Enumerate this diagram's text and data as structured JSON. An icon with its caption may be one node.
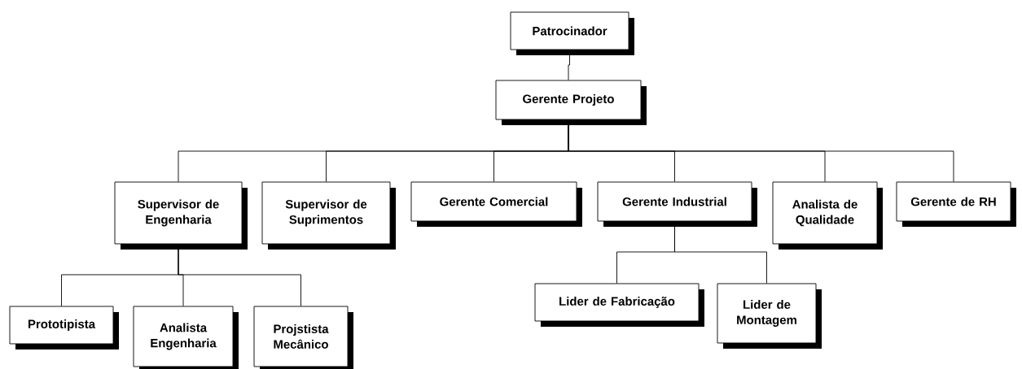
{
  "diagram": {
    "nodes": [
      {
        "text": [
          "Patrocinador"
        ]
      },
      {
        "text": [
          "Gerente Projeto"
        ]
      },
      {
        "text": [
          "Supervisor de Engenharia"
        ]
      },
      {
        "text": [
          "Supervisor de Suprimentos"
        ]
      },
      {
        "text": [
          "Gerente Comercial"
        ]
      },
      {
        "text": [
          "Gerente Industrial"
        ]
      },
      {
        "text": [
          "Analista de Qualidade"
        ]
      },
      {
        "text": [
          "Gerente de RH"
        ]
      },
      {
        "text": [
          "Prototipista"
        ]
      },
      {
        "text": [
          "Analista Engenharia"
        ]
      },
      {
        "text": [
          "Projstista Mecânico"
        ]
      },
      {
        "text": [
          "Lider de Fabricação"
        ]
      },
      {
        "text": [
          "Lider de Montagem"
        ]
      }
    ],
    "edges": [
      {
        "from": 0,
        "to": 1,
        "arrow": "none"
      },
      {
        "from": 1,
        "to": 2,
        "arrow": "none"
      },
      {
        "from": 1,
        "to": 3,
        "arrow": "none"
      },
      {
        "from": 1,
        "to": 4,
        "arrow": "none"
      },
      {
        "from": 1,
        "to": 5,
        "arrow": "none"
      },
      {
        "from": 1,
        "to": 6,
        "arrow": "none"
      },
      {
        "from": 1,
        "to": 7,
        "arrow": "none"
      },
      {
        "from": 2,
        "to": 8,
        "arrow": "none"
      },
      {
        "from": 2,
        "to": 9,
        "arrow": "none"
      },
      {
        "from": 2,
        "to": 10,
        "arrow": "none"
      },
      {
        "from": 5,
        "to": 11,
        "arrow": "none"
      },
      {
        "from": 5,
        "to": 12,
        "arrow": "none"
      }
    ]
  }
}
